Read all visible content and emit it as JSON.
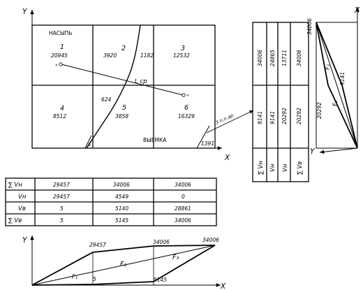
{
  "plan": {
    "y_axis": "Y",
    "x_axis": "X",
    "fill_label": "НАСЫПЬ",
    "cut_label": "ВЫЕМКА",
    "l_label": "L ср",
    "cells": [
      {
        "num": "1",
        "val": "20945"
      },
      {
        "num": "2",
        "val": "3920",
        "extra": "1182"
      },
      {
        "num": "3",
        "val": "12532"
      },
      {
        "num": "4",
        "val": "8512"
      },
      {
        "num": "5",
        "val": "3858",
        "extra": "624"
      },
      {
        "num": "6",
        "val": "16329"
      }
    ],
    "small_5": "5",
    "corner_val": "1391",
    "arrow_label": "3 п.п.ар."
  },
  "side_table": {
    "top_values": [
      "34006",
      "24865",
      "13711",
      "34006"
    ],
    "bottom_values": [
      "9141",
      "9141",
      "20292",
      "20292"
    ],
    "headers": [
      "∑ Vн",
      "Vн",
      "Vн",
      "∑ Vв"
    ]
  },
  "right_diagram": {
    "top_value": "34006",
    "value_mid": "9141",
    "value_left": "20292",
    "f1": "F₁",
    "f2": "F₂",
    "x_axis": "X",
    "y_axis": "Y"
  },
  "summary_table": {
    "rows": [
      {
        "label": "∑ Vн",
        "values": [
          "29457",
          "34006",
          "34006"
        ]
      },
      {
        "label": "Vн",
        "values": [
          "29457",
          "4549",
          "0"
        ]
      },
      {
        "label": "Vв",
        "values": [
          "5",
          "5140",
          "28861"
        ]
      },
      {
        "label": "∑ Vв",
        "values": [
          "5",
          "5145",
          "34006"
        ]
      }
    ]
  },
  "bottom_chart": {
    "y_axis": "Y",
    "x_axis": "X",
    "v1": "29457",
    "v2": "34006",
    "v3": "34006",
    "v4": "5",
    "v5": "5145",
    "f1": "F₁",
    "f2": "F₂",
    "f3": "F₃"
  }
}
